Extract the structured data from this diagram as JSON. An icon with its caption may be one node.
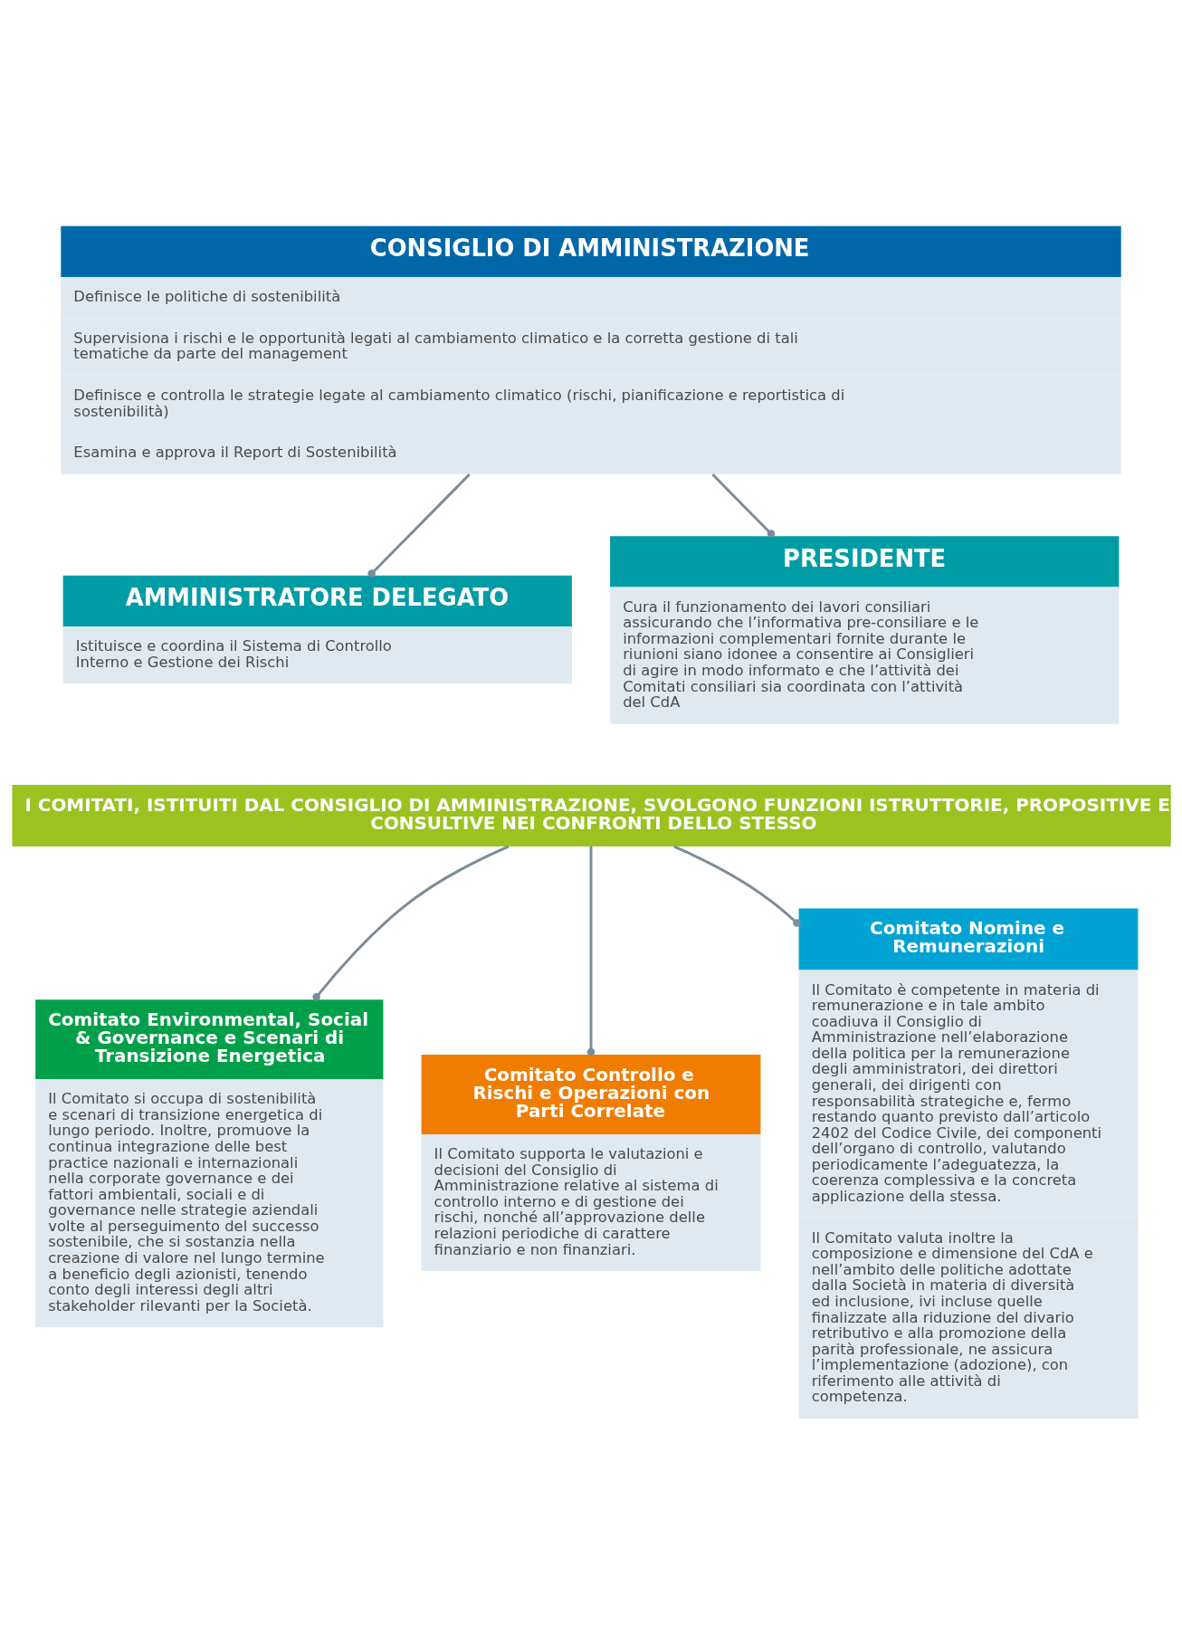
{
  "diagram": {
    "nodes": [
      {
        "text": [
          "CONSIGLIO DI AMMINISTRAZIONE",
          "Definisce le politiche di sostenibilità",
          "Supervisiona i rischi e le opportunità legati al cambiamento climatico e la corretta gestione di tali tematiche da parte del management",
          "Definisce e controlla le strategie legate al cambiamento climatico (rischi, pianificazione e reportistica di sostenibilità)",
          "Esamina e approva il Report di Sostenibilità"
        ]
      },
      {
        "text": [
          "AMMINISTRATORE DELEGATO",
          "Istituisce e coordina il Sistema di Controllo Interno e Gestione dei Rischi"
        ]
      },
      {
        "text": [
          "PRESIDENTE",
          "Cura il funzionamento dei lavori consiliari assicurando che l’informativa pre-consiliare e le informazioni complementari fornite durante le riunioni siano idonee a consentire ai Consiglieri di agire in modo informato e che l’attività dei Comitati consiliari sia coordinata con l’attività del CdA"
        ]
      },
      {
        "text": [
          "I COMITATI, ISTITUITI DAL CONSIGLIO DI AMMINISTRAZIONE, SVOLGONO FUNZIONI ISTRUTTORIE, PROPOSITIVE E CONSULTIVE NEI CONFRONTI DELLO STESSO"
        ]
      },
      {
        "text": [
          "Comitato Environmental, Social & Governance e Scenari di Transizione Energetica",
          "Il Comitato si occupa di sostenibilità e scenari di transizione energetica di lungo periodo. Inoltre, promuove la continua integrazione delle best practice nazionali e internazionali nella corporate governance e dei fattori ambientali, sociali e di governance nelle strategie aziendali volte al perseguimento del successo sostenibile, che si sostanzia nella creazione di valore nel lungo termine a beneficio degli azionisti, tenendo conto degli interessi degli altri stakeholder rilevanti per la Società."
        ]
      },
      {
        "text": [
          "Comitato Controllo e Rischi e Operazioni con Parti Correlate",
          "Il Comitato supporta le valutazioni e decisioni del Consiglio di Amministrazione relative al sistema di controllo interno e di gestione dei rischi, nonché all’approvazione delle relazioni periodiche di carattere finanziario e non finanziari."
        ]
      },
      {
        "text": [
          "Comitato Nomine e Remunerazioni",
          "Il Comitato è competente in materia di remunerazione e in tale ambito coadiuva il Consiglio di Amministrazione nell’elaborazione della politica per la remunerazione degli amministratori, dei direttori generali, dei dirigenti con responsabilità strategiche e, fermo restando quanto previsto dall’articolo 2402 del Codice Civile, dei componenti dell’organo di controllo, valutando periodicamente l’adeguatezza, la coerenza complessiva e la concreta applicazione della stessa.",
          "Il Comitato valuta inoltre la composizione e dimensione del CdA e nell’ambito delle politiche adottate dalla Società in materia di diversità ed inclusione, ivi incluse quelle finalizzate alla riduzione del divario retributivo e alla promozione della parità professionale, ne assicura l’implementazione (adozione), con riferimento alle attività di competenza."
        ]
      }
    ],
    "edges": [
      {
        "from": 0,
        "to": 1,
        "arrow": "other"
      },
      {
        "from": 0,
        "to": 2,
        "arrow": "other"
      },
      {
        "from": 3,
        "to": 4,
        "arrow": "other"
      },
      {
        "from": 3,
        "to": 5,
        "arrow": "other"
      },
      {
        "from": 3,
        "to": 6,
        "arrow": "other"
      }
    ]
  }
}
